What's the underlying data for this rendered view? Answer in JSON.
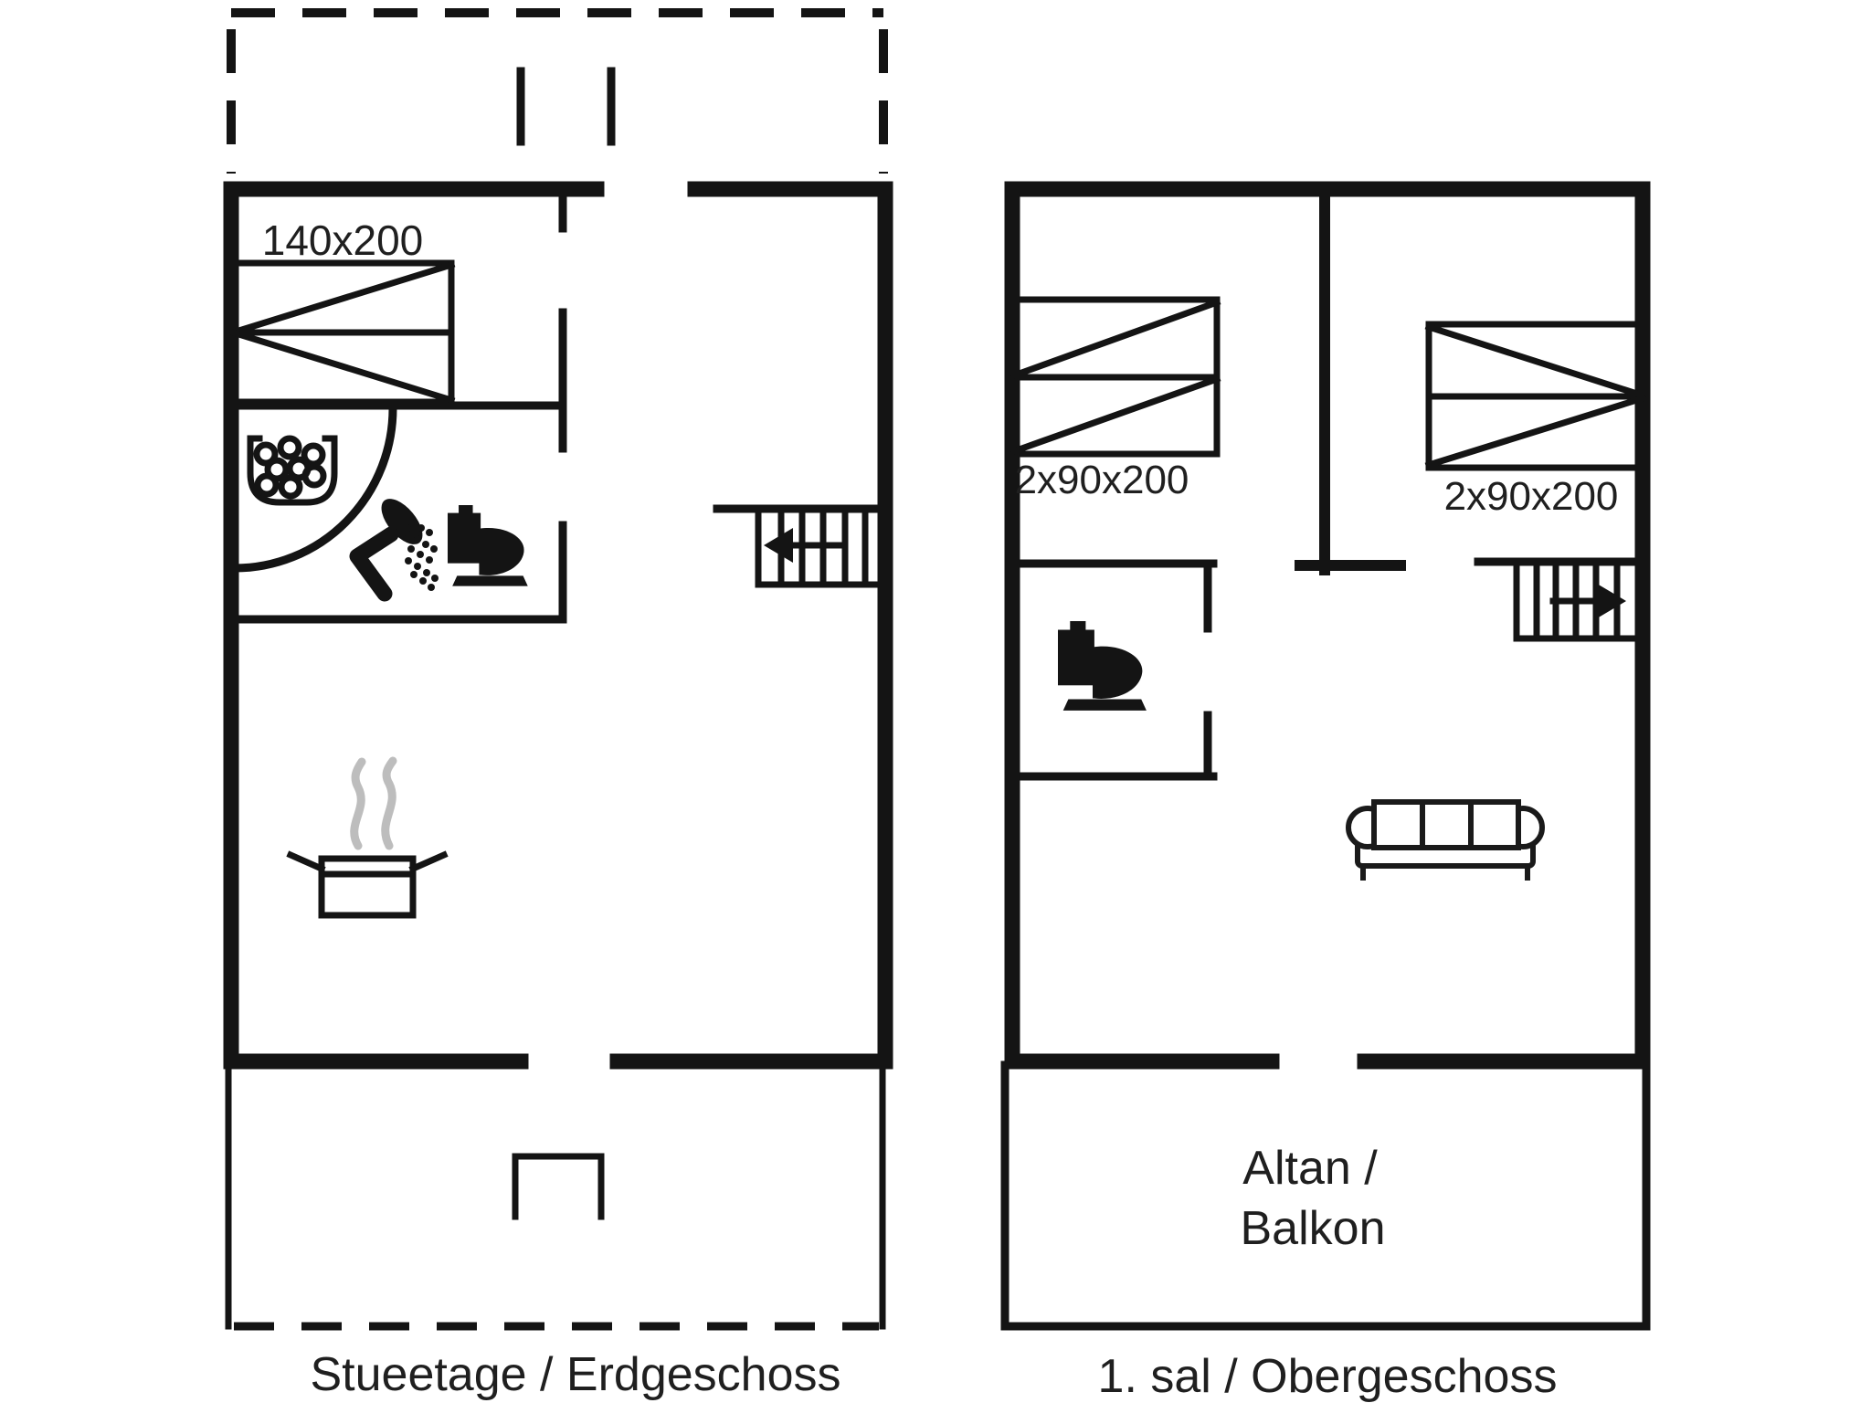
{
  "diagram": {
    "type": "floor-plan",
    "background_color": "#ffffff",
    "line_color": "#141414",
    "steam_color": "#bdbdbd",
    "text_color": "#1f1f1f",
    "floors": [
      {
        "id": "ground-floor",
        "caption": "Stueetage / Erdgeschoss",
        "bed_label": "140x200",
        "icons": [
          "double-bed-icon",
          "washing-machine-icon",
          "shower-icon",
          "toilet-icon",
          "door-arc-icon",
          "stairs-icon",
          "arrow-left-icon",
          "cooking-pot-icon",
          "steam-icon"
        ],
        "areas": [
          "terrace-top-dashed",
          "bedroom",
          "bathroom",
          "living-room",
          "terrace-bottom-dashed"
        ]
      },
      {
        "id": "upper-floor",
        "caption": "1. sal / Obergeschoss",
        "bed_label_left": "2x90x200",
        "bed_label_right": "2x90x200",
        "balcony_line1": "Altan /",
        "balcony_line2": "Balkon",
        "icons": [
          "double-bed-icon",
          "double-bed-icon",
          "toilet-icon",
          "stairs-icon",
          "arrow-right-icon",
          "sofa-icon"
        ],
        "areas": [
          "bedroom-left",
          "bedroom-right",
          "wc",
          "landing",
          "balcony"
        ]
      }
    ]
  }
}
